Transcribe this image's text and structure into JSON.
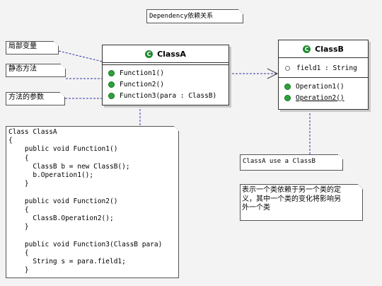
{
  "title_note": "Dependency依赖关系",
  "side_notes": [
    "局部变量",
    "静态方法",
    "方法的参数"
  ],
  "class_a": {
    "icon": "C",
    "name": "ClassA",
    "operations": [
      "Function1()",
      "Function2()",
      "Function3(para : ClassB)"
    ]
  },
  "class_b": {
    "icon": "C",
    "name": "ClassB",
    "attributes": [
      "field1 : String"
    ],
    "operations": [
      "Operation1()",
      "Operation2()"
    ]
  },
  "code_note": [
    "Class ClassA",
    "{",
    "    public void Function1()",
    "    {",
    "      ClassB b = new ClassB();",
    "      b.Operation1();",
    "    }",
    "",
    "    public void Function2()",
    "    {",
    "      ClassB.Operation2();",
    "    }",
    "",
    "    public void Function3(ClassB para)",
    "    {",
    "      String s = para.field1;",
    "    }"
  ],
  "use_note": "ClassA use a ClassB",
  "desc_note": [
    "表示一个类依赖于另一个类的定",
    "义，其中一个类的变化将影响另",
    "外一个类"
  ]
}
